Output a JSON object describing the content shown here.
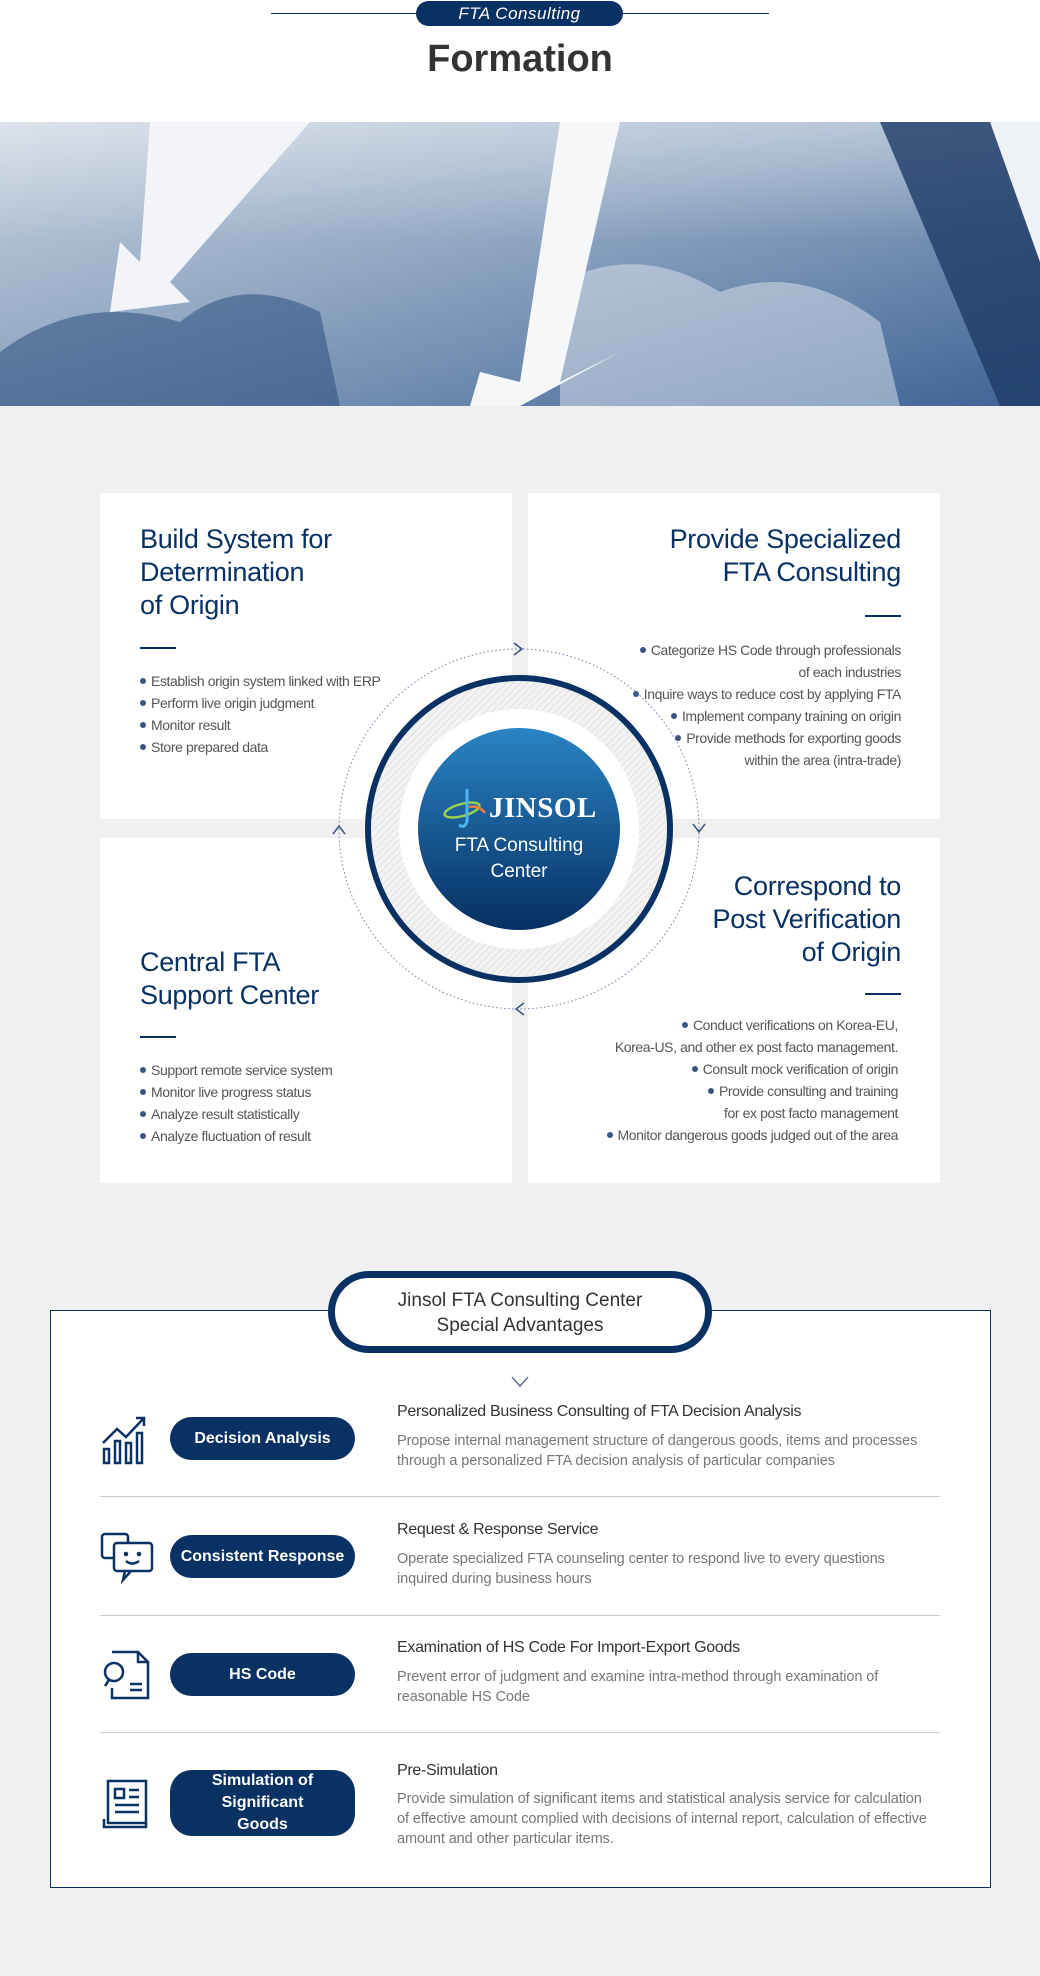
{
  "header": {
    "eyebrow": "FTA Consulting",
    "title": "Formation"
  },
  "center": {
    "logo": "JINSOL",
    "line1": "FTA Consulting",
    "line2": "Center"
  },
  "cards": [
    {
      "title": [
        "Build System for",
        "Determination",
        "of Origin"
      ],
      "items": [
        "Establish origin system linked with ERP",
        "Perform live origin judgment",
        "Monitor  result",
        "Store prepared data"
      ]
    },
    {
      "title": [
        "Provide Specialized",
        "FTA Consulting"
      ],
      "items": [
        "Categorize HS Code through professionals",
        "of each industries",
        "Inquire ways to reduce cost by applying FTA",
        "Implement company training on origin",
        "Provide methods for exporting goods",
        "within the area (intra-trade)"
      ]
    },
    {
      "title": [
        "Central FTA",
        "Support Center"
      ],
      "items": [
        "Support remote service system",
        "Monitor live progress status",
        "Analyze result statistically",
        "Analyze fluctuation of result"
      ]
    },
    {
      "title": [
        "Correspond to",
        "Post Verification",
        "of Origin"
      ],
      "items": [
        "Conduct verifications on Korea-EU,",
        "Korea-US, and other ex post facto management.",
        "Consult  mock verification of origin",
        "Provide consulting and training",
        "for ex post facto management",
        "Monitor dangerous goods judged out of the area"
      ]
    }
  ],
  "advantages": {
    "heading": [
      "Jinsol FTA Consulting Center",
      "Special Advantages"
    ],
    "rows": [
      {
        "icon": "chart-growth-icon",
        "button": "Decision Analysis",
        "title": "Personalized Business Consulting of FTA Decision Analysis",
        "desc": "Propose internal management structure of dangerous goods, items and processes through a personalized FTA decision analysis of particular companies"
      },
      {
        "icon": "chat-smile-icon",
        "button": "Consistent Response",
        "title": "Request & Response Service",
        "desc": "Operate specialized FTA counseling center to respond live to every questions inquired during business hours"
      },
      {
        "icon": "document-search-icon",
        "button": "HS Code",
        "title": "Examination of HS Code For Import-Export Goods",
        "desc": "Prevent error of judgment and examine intra-method through examination of reasonable HS Code"
      },
      {
        "icon": "report-icon",
        "button": "Simulation of Significant Goods",
        "title": "Pre-Simulation",
        "desc": "Provide simulation of significant items and statistical analysis service for calculation of effective amount complied with decisions of internal report, calculation of effective amount and other particular items."
      }
    ]
  },
  "colors": {
    "navy": "#0a3163",
    "blue": "#2a84c4"
  }
}
